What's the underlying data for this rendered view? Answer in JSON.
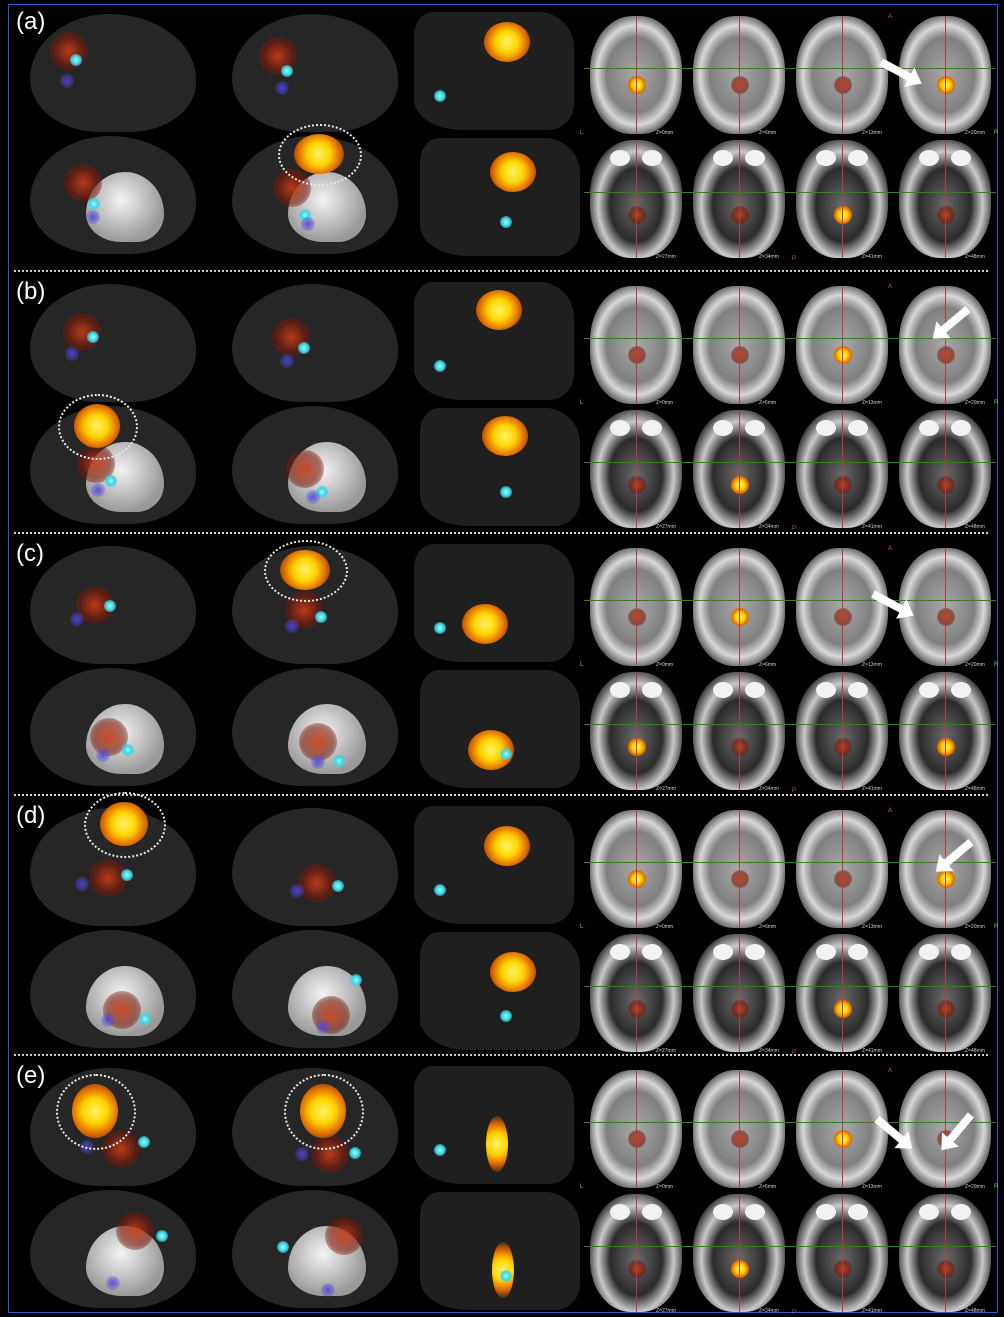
{
  "panels": [
    {
      "label": "(a)"
    },
    {
      "label": "(b)"
    },
    {
      "label": "(c)"
    },
    {
      "label": "(d)"
    },
    {
      "label": "(e)"
    }
  ],
  "slice_labels_top": [
    "Z=0mm",
    "Z=6mm",
    "Z=13mm",
    "Z=20mm"
  ],
  "slice_labels_bottom": [
    "Z=27mm",
    "Z=34mm",
    "Z=41mm",
    "Z=48mm"
  ],
  "orientation": {
    "anterior": "A",
    "posterior": "P",
    "left": "L",
    "right": "R"
  },
  "colors": {
    "activation_hot": "#ffd400",
    "activation_warm": "#c83c14",
    "activation_cool": "#3cd7e6",
    "border": "#2d5cc9",
    "crosshair_red": "#b43c3c",
    "crosshair_green": "#3d7a2a"
  }
}
